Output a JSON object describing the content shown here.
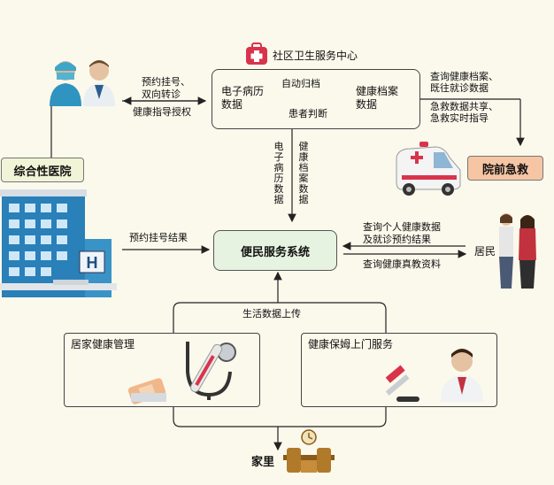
{
  "community_center": {
    "title": "社区卫生服务中心"
  },
  "emr": "电子病历数据",
  "health_record": "健康档案数据",
  "auto_archive": "自动归档",
  "patient_judge": "患者判断",
  "hospital": {
    "label": "综合性医院"
  },
  "hosp_to_center_top": [
    "预约挂号、",
    "双向转诊"
  ],
  "hosp_to_center_bottom": "健康指导授权",
  "center_to_emergency_1": [
    "查询健康档案、",
    "既往就诊数据"
  ],
  "center_to_emergency_2": [
    "急救数据共享、",
    "急救实时指导"
  ],
  "emergency": {
    "label": "院前急救"
  },
  "down_label_emr": "电子病历数据",
  "down_label_health": "健康档案数据",
  "appointment_result": "预约挂号结果",
  "service_system": "便民服务系统",
  "resident_query_1": [
    "查询个人健康数据",
    "及就诊预约结果"
  ],
  "resident_query_2": "查询健康真教资料",
  "resident": "居民",
  "upload": "生活数据上传",
  "home_health": "居家健康管理",
  "nanny_service": "健康保姆上门服务",
  "home": "家里",
  "colors": {
    "service_fill": "#e6f3e1",
    "hospital_tag": "#f1f4d6",
    "emergency_tag": "#f6c6a4",
    "accent_red": "#d9334c"
  }
}
